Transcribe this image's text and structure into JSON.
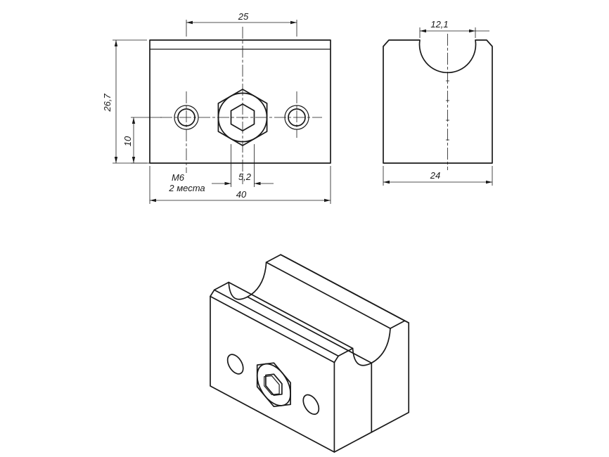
{
  "front_view": {
    "dim_hole_spacing": "25",
    "dim_total_height": "26,7",
    "dim_hole_offset": "10",
    "thread_label": "M6",
    "thread_note": "2 места",
    "dim_hex_socket": "5,2",
    "dim_total_width": "40"
  },
  "side_view": {
    "dim_groove_width": "12,1",
    "dim_depth": "24"
  },
  "colors": {
    "line": "#1a1a1a",
    "background": "#ffffff"
  }
}
